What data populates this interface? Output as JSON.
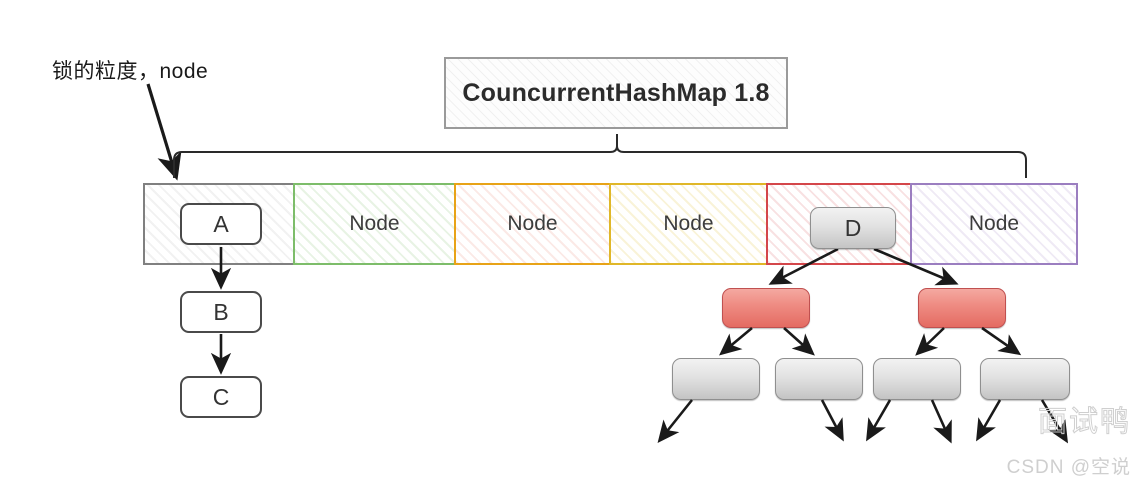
{
  "diagram": {
    "title": "CouncurrentHashMap 1.8",
    "lock_granularity_label": "锁的粒度，node",
    "array": {
      "cells": [
        {
          "label": "A",
          "border": "#808080",
          "hatch": "rgba(150,150,150,0.13)",
          "width": 152,
          "type": "linked-list-head"
        },
        {
          "label": "Node",
          "border": "#7dbd6a",
          "hatch": "rgba(125,189,106,0.18)",
          "width": 163,
          "type": "node"
        },
        {
          "label": "Node",
          "border": "#e8a317",
          "hatch": "rgba(230,120,100,0.16)",
          "width": 157,
          "type": "node"
        },
        {
          "label": "Node",
          "border": "#e0b728",
          "hatch": "rgba(226,196,60,0.20)",
          "width": 159,
          "type": "node"
        },
        {
          "label": "D",
          "border": "#d4464a",
          "hatch": "rgba(212,70,74,0.16)",
          "width": 146,
          "type": "tree-root"
        },
        {
          "label": "Node",
          "border": "#9b7ec0",
          "hatch": "rgba(155,126,192,0.16)",
          "width": 168,
          "type": "node"
        }
      ]
    },
    "linked_list": {
      "nodes": [
        "A",
        "B",
        "C"
      ]
    },
    "tree": {
      "root_label": "D",
      "level1_color": "#e8837b",
      "level1_count": 2,
      "level2_color": "#d8d8d8",
      "level2_count": 4,
      "dangling_arrows": 6
    },
    "watermarks": {
      "outline": "面试鸭",
      "csdn": "CSDN @空说"
    },
    "colors": {
      "stroke": "#1a1a1a",
      "title_border": "#9a9a9a",
      "background": "#ffffff"
    }
  }
}
